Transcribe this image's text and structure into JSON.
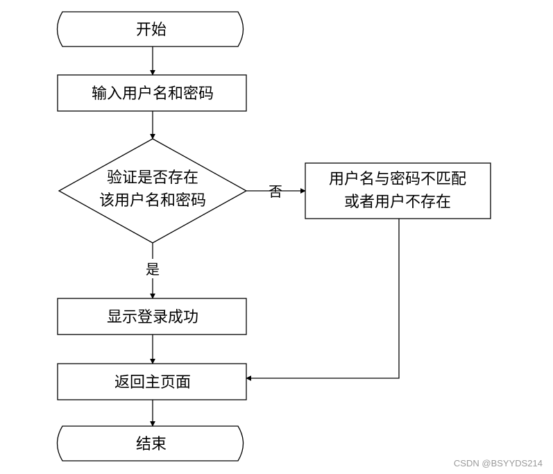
{
  "flowchart": {
    "start": "开始",
    "input_step": "输入用户名和密码",
    "decision": {
      "line1": "验证是否存在",
      "line2": "该用户名和密码"
    },
    "error_box": {
      "line1": "用户名与密码不匹配",
      "line2": "或者用户不存在"
    },
    "no_label": "否",
    "yes_label": "是",
    "success_step": "显示登录成功",
    "return_step": "返回主页面",
    "end": "结束"
  },
  "watermark": "CSDN @BSYYDS214"
}
